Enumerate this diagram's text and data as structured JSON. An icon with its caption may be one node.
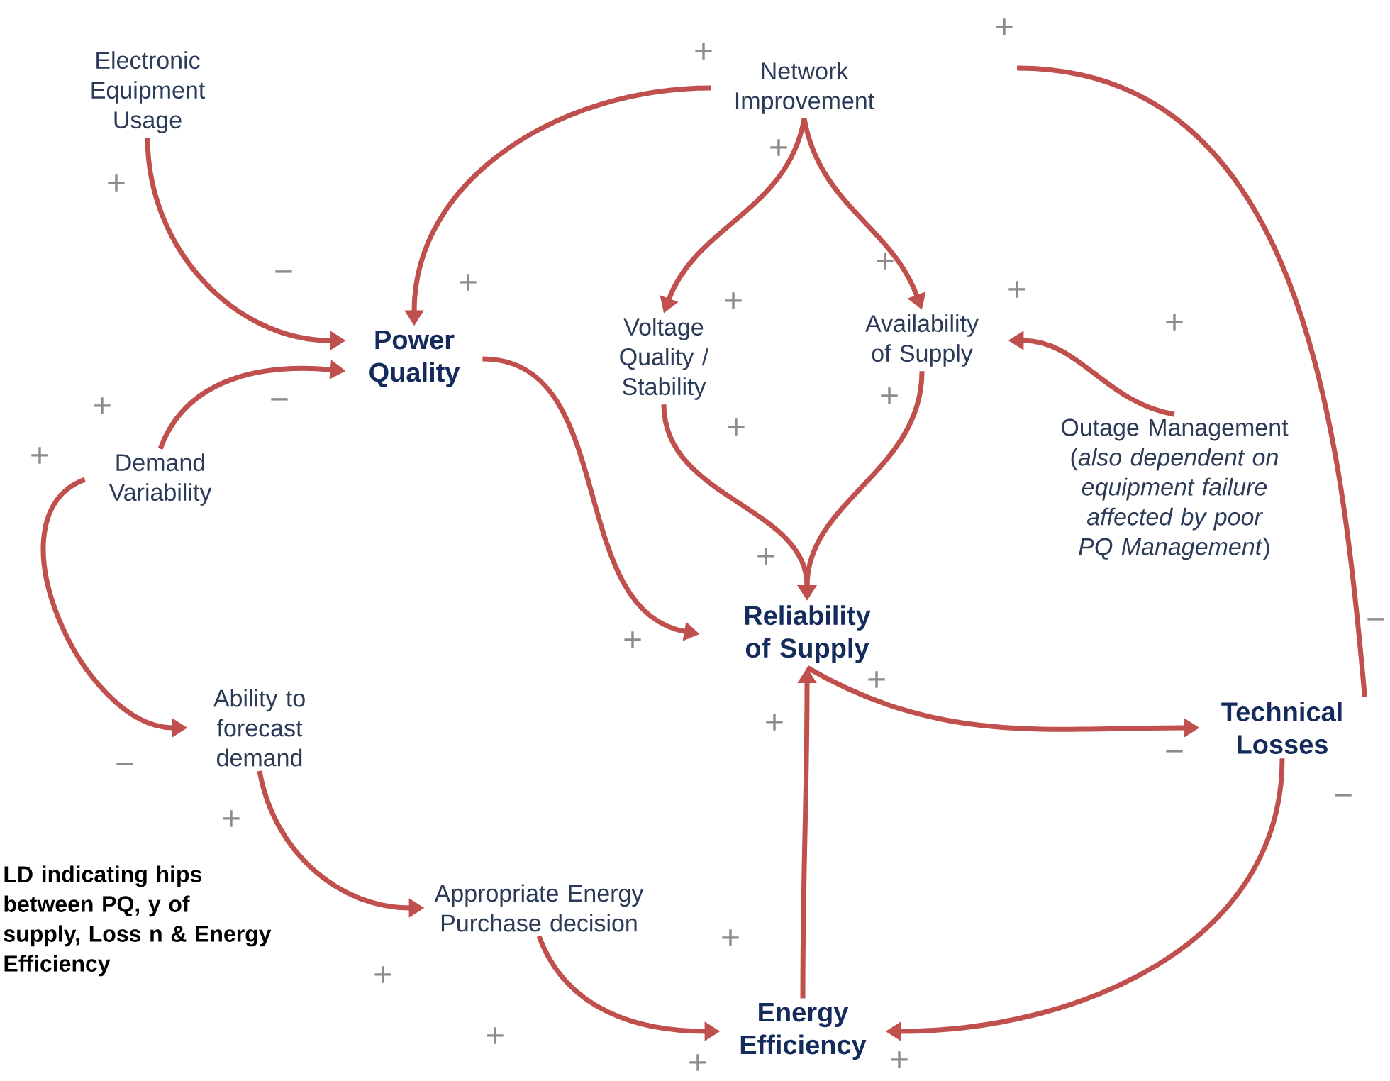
{
  "diagram": {
    "caption": "LD indicating hips between PQ, y of supply, Loss n & Energy Efficiency",
    "nodes": [
      {
        "text": [
          "Electronic Equipment Usage"
        ]
      },
      {
        "text": [
          "Network Improvement"
        ]
      },
      {
        "text": [
          "Power Quality"
        ]
      },
      {
        "text": [
          "Voltage Quality / Stability"
        ]
      },
      {
        "text": [
          "Availability of Supply"
        ]
      },
      {
        "text": [
          "Outage Management (*also dependent on equipment failure affected by poor PQ Management*)"
        ]
      },
      {
        "text": [
          "Demand Variability"
        ]
      },
      {
        "text": [
          "Reliability of Supply"
        ]
      },
      {
        "text": [
          "Technical Losses"
        ]
      },
      {
        "text": [
          "Ability to forecast demand"
        ]
      },
      {
        "text": [
          "Appropriate Energy Purchase decision"
        ]
      },
      {
        "text": [
          "Energy Efficiency"
        ]
      }
    ],
    "edges": [
      {
        "from": 0,
        "to": 2,
        "arrow": "to"
      },
      {
        "from": 1,
        "to": 2,
        "arrow": "to"
      },
      {
        "from": 1,
        "to": 3,
        "arrow": "to"
      },
      {
        "from": 1,
        "to": 4,
        "arrow": "to"
      },
      {
        "from": 3,
        "to": 7,
        "arrow": "to"
      },
      {
        "from": 4,
        "to": 7,
        "arrow": "to"
      },
      {
        "from": 5,
        "to": 4,
        "arrow": "to"
      },
      {
        "from": 6,
        "to": 2,
        "arrow": "to"
      },
      {
        "from": 6,
        "to": 9,
        "arrow": "to"
      },
      {
        "from": 2,
        "to": 7,
        "arrow": "to"
      },
      {
        "from": null,
        "to": 8,
        "arrow": "none"
      },
      {
        "from": 11,
        "to": 7,
        "arrow": "to"
      },
      {
        "from": 7,
        "to": 8,
        "arrow": "to"
      },
      {
        "from": 9,
        "to": 10,
        "arrow": "to"
      },
      {
        "from": 10,
        "to": 11,
        "arrow": "to"
      },
      {
        "from": 8,
        "to": 11,
        "arrow": "to"
      }
    ],
    "labels": [
      "+",
      "+",
      "+",
      "+",
      "−",
      "+",
      "+",
      "+",
      "+",
      "+",
      "+",
      "−",
      "+",
      "+",
      "+",
      "+",
      "−",
      "+",
      "+",
      "+",
      "−",
      "−",
      "−",
      "+",
      "+",
      "+",
      "+",
      "+",
      "+"
    ]
  }
}
